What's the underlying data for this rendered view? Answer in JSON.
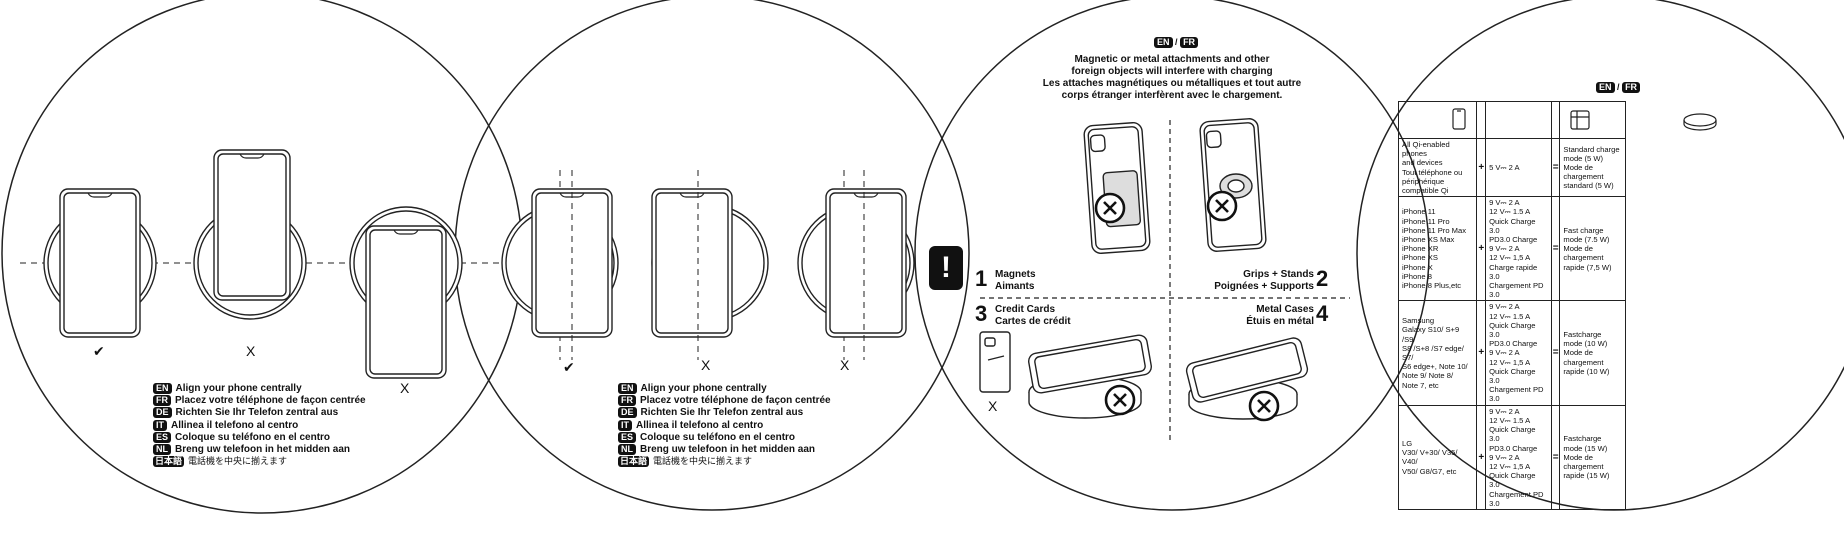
{
  "panel1": {
    "marks": [
      "✔",
      "X",
      "X"
    ],
    "instructions": [
      {
        "tag": "EN",
        "text": "Align your phone centrally"
      },
      {
        "tag": "FR",
        "text": "Placez votre téléphone de façon centrée"
      },
      {
        "tag": "DE",
        "text": "Richten Sie Ihr Telefon zentral aus"
      },
      {
        "tag": "IT",
        "text": "Allinea il telefono al centro"
      },
      {
        "tag": "ES",
        "text": "Coloque su teléfono en el centro"
      },
      {
        "tag": "NL",
        "text": "Breng uw telefoon in het midden aan"
      },
      {
        "tag": "日本語",
        "text": "電話機を中央に揃えます"
      }
    ]
  },
  "panel2": {
    "marks": [
      "✔",
      "X",
      "X"
    ],
    "instructions": [
      {
        "tag": "EN",
        "text": "Align your phone centrally"
      },
      {
        "tag": "FR",
        "text": "Placez votre téléphone de façon centrée"
      },
      {
        "tag": "DE",
        "text": "Richten Sie Ihr Telefon zentral aus"
      },
      {
        "tag": "IT",
        "text": "Allinea il telefono al centro"
      },
      {
        "tag": "ES",
        "text": "Coloque su teléfono en el centro"
      },
      {
        "tag": "NL",
        "text": "Breng uw telefoon in het midden aan"
      },
      {
        "tag": "日本語",
        "text": "電話機を中央に揃えます"
      }
    ]
  },
  "panel3": {
    "lang_en": "EN",
    "lang_sep": "/",
    "lang_fr": "FR",
    "warning": [
      "Magnetic or metal attachments and other",
      "foreign objects will interfere with charging",
      "Les attaches magnétiques ou métalliques et tout autre",
      "corps étranger interfèrent avec le chargement."
    ],
    "alert_symbol": "!",
    "items": [
      {
        "num": "1",
        "en": "Magnets",
        "fr": "Aimants"
      },
      {
        "num": "2",
        "en": "Grips + Stands",
        "fr": "Poignées + Supports"
      },
      {
        "num": "3",
        "en": "Credit Cards",
        "fr": "Cartes de crédit"
      },
      {
        "num": "4",
        "en": "Metal Cases",
        "fr": "Étuis en métal"
      }
    ],
    "card_mark": "X"
  },
  "panel4": {
    "lang_en": "EN",
    "lang_sep": "/",
    "lang_fr": "FR",
    "icons": [
      "phone-icon",
      "adapter-icon",
      "charger-pad-icon"
    ],
    "rows": [
      {
        "devices": [
          "All Qi-enabled phones",
          "and devices",
          "Tout téléphone ou",
          "périphérique compatible Qi"
        ],
        "op": "+",
        "input": [
          "5 V⎓ 2 A"
        ],
        "eq": "=",
        "mode": [
          "Standard charge",
          "mode (5 W)",
          "Mode de chargement",
          "standard (5 W)"
        ]
      },
      {
        "devices": [
          "iPhone 11",
          "iPhone 11 Pro",
          "iPhone 11 Pro Max",
          "iPhone XS Max",
          "iPhone XR",
          "iPhone XS",
          "iPhone X",
          "iPhone 8",
          "iPhone 8 Plus,etc"
        ],
        "op": "+",
        "input": [
          "9 V⎓ 2 A",
          "12 V⎓ 1.5 A",
          "Quick Charge 3.0",
          "PD3.0 Charge",
          "9 V⎓ 2 A",
          "12 V⎓ 1,5 A",
          "Charge rapide 3.0",
          "Chargement PD 3.0"
        ],
        "eq": "=",
        "mode": [
          "Fast charge mode (7.5 W)",
          "Mode de chargement",
          "rapide (7,5 W)"
        ]
      },
      {
        "devices": [
          "Samsung",
          "Galaxy S10/ S+9 /S9/",
          "S8 /S+8 /S7 edge/ S7/",
          "S6 edge+, Note 10/",
          "Note 9/ Note 8/",
          "Note 7, etc"
        ],
        "op": "+",
        "input": [
          "9 V⎓ 2 A",
          "12 V⎓ 1.5 A",
          "Quick Charge 3.0",
          "PD3.0 Charge",
          "9 V⎓ 2 A",
          "12 V⎓ 1,5 A",
          "Quick Charge 3.0",
          "Chargement PD 3.0"
        ],
        "eq": "=",
        "mode": [
          "Fastcharge mode (10 W)",
          "Mode de chargement",
          "rapide (10 W)"
        ]
      },
      {
        "devices": [
          "LG",
          "V30/ V+30/ V35/ V40/",
          "V50/ G8/G7, etc"
        ],
        "op": "+",
        "input": [
          "9 V⎓ 2 A",
          "12 V⎓ 1.5 A",
          "Quick Charge 3.0",
          "PD3.0 Charge",
          "9 V⎓ 2 A",
          "12 V⎓ 1,5 A",
          "Quick Charge 3.0",
          "Chargement PD 3.0"
        ],
        "eq": "=",
        "mode": [
          "Fastcharge mode (15 W)",
          "Mode de chargement",
          "rapide (15 W)"
        ]
      }
    ]
  }
}
